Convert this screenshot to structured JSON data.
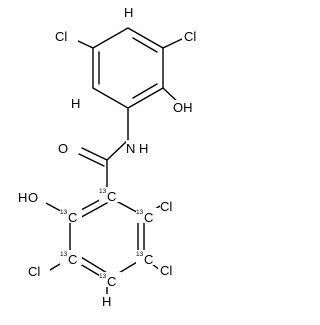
{
  "molecule": {
    "atoms": {
      "cl_top_left": "Cl",
      "h_top": "H",
      "cl_top_right": "Cl",
      "h_left": "H",
      "oh_right": "OH",
      "o_carbonyl": "O",
      "nh": "N",
      "nh_h": "H",
      "oh_left_h": "H",
      "oh_left_o": "O",
      "cl_right_upper": "Cl",
      "cl_left_lower": "Cl",
      "cl_right_lower": "Cl",
      "h_bottom": "H"
    },
    "isotopes": {
      "iso_c1": "13",
      "iso_c2": "13",
      "iso_c3": "13",
      "iso_c4": "13",
      "iso_c5": "13",
      "iso_c6": "13"
    },
    "carbon_letter": "C"
  }
}
